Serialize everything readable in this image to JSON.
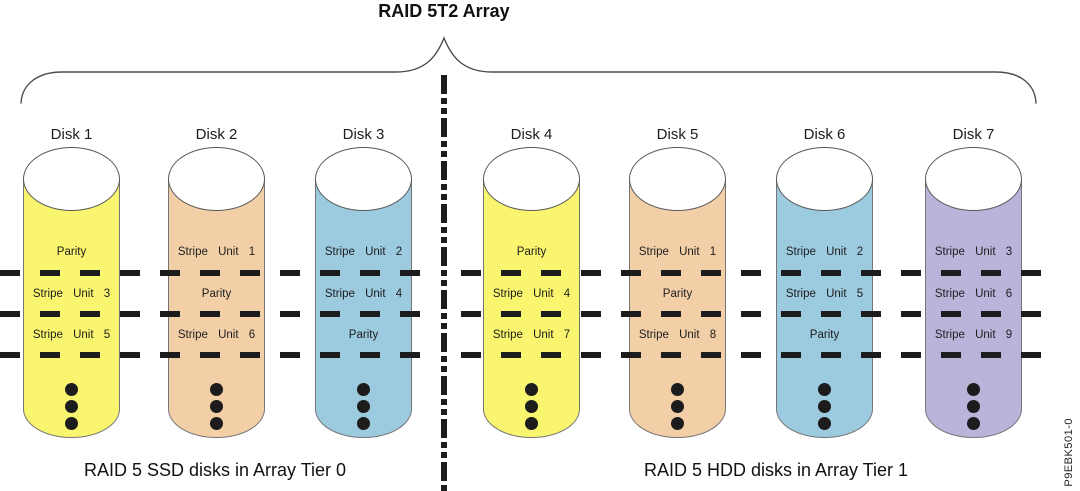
{
  "title": "RAID 5T2 Array",
  "figure_id": "P9EBK501-0",
  "tiers": [
    {
      "name": "tier-0",
      "label": "RAID 5 SSD disks in Array Tier 0"
    },
    {
      "name": "tier-1",
      "label": "RAID 5 HDD disks in Array Tier 1"
    }
  ],
  "disks": [
    {
      "label": "Disk 1",
      "tier": 0,
      "color": "#f9f56e",
      "rows": [
        "Parity",
        "Stripe Unit 3",
        "Stripe Unit 5"
      ]
    },
    {
      "label": "Disk 2",
      "tier": 0,
      "color": "#f2cfa7",
      "rows": [
        "Stripe Unit 1",
        "Parity",
        "Stripe Unit 6"
      ]
    },
    {
      "label": "Disk 3",
      "tier": 0,
      "color": "#9ccadf",
      "rows": [
        "Stripe Unit 2",
        "Stripe Unit 4",
        "Parity"
      ]
    },
    {
      "label": "Disk 4",
      "tier": 1,
      "color": "#f9f56e",
      "rows": [
        "Parity",
        "Stripe Unit 4",
        "Stripe Unit 7"
      ]
    },
    {
      "label": "Disk 5",
      "tier": 1,
      "color": "#f2cfa7",
      "rows": [
        "Stripe Unit 1",
        "Parity",
        "Stripe Unit 8"
      ]
    },
    {
      "label": "Disk 6",
      "tier": 1,
      "color": "#9ccadf",
      "rows": [
        "Stripe Unit 2",
        "Stripe Unit 5",
        "Parity"
      ]
    },
    {
      "label": "Disk 7",
      "tier": 1,
      "color": "#bcb3da",
      "rows": [
        "Stripe Unit 3",
        "Stripe Unit 6",
        "Stripe Unit 9"
      ]
    }
  ],
  "colors": {
    "ssd_yellow": "#f9f56e",
    "tan": "#f2cfa7",
    "blue": "#9ccadf",
    "purple": "#bcb3da",
    "line_black": "#1c1c1c",
    "outline_gray": "#5a5a5a"
  }
}
